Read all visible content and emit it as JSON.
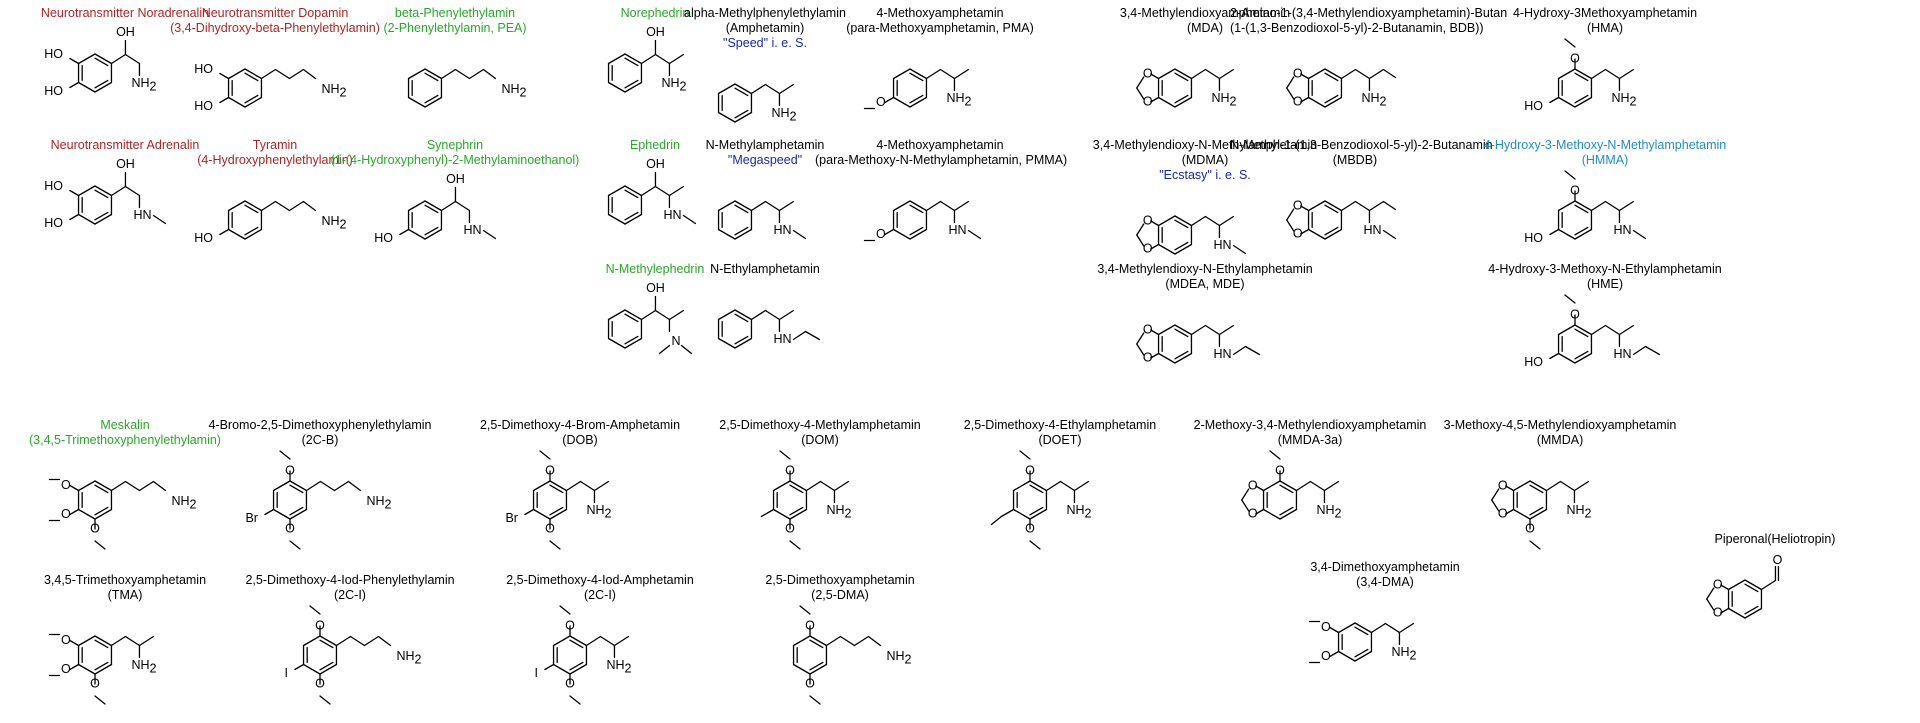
{
  "colors": {
    "red": "#b22222",
    "green": "#28a828",
    "blue": "#1428b4",
    "cyan": "#1e8cc8",
    "black": "#000000"
  },
  "molecules": [
    {
      "id": "noradrenalin",
      "label": [
        "Neurotransmitter Noradrenalin"
      ],
      "label_color": "red",
      "ring": "catechol",
      "chain": "hydroxy-ethylamine",
      "amine": "NH2"
    },
    {
      "id": "dopamin",
      "label": [
        "Neurotransmitter Dopamin",
        "(3,4-Dihydroxy-beta-Phenylethylamin)"
      ],
      "label_color": "red",
      "ring": "catechol",
      "chain": "ethylamine",
      "amine": "NH2"
    },
    {
      "id": "pea",
      "label": [
        "beta-Phenylethylamin",
        "(2-Phenylethylamin, PEA)"
      ],
      "label_color": "green",
      "ring": "plain",
      "chain": "ethylamine",
      "amine": "NH2"
    },
    {
      "id": "norephedrin",
      "label": [
        "Norephedrin"
      ],
      "label_color": "green",
      "ring": "plain",
      "chain": "hydroxy-propylamine",
      "amine": "NH2"
    },
    {
      "id": "amphetamin",
      "label": [
        "alpha-Methylphenylethylamin",
        "(Amphetamin)"
      ],
      "extra": "\"Speed\" i. e. S.",
      "extra_color": "blue",
      "label_color": "black",
      "ring": "plain",
      "chain": "propylamine",
      "amine": "NH2"
    },
    {
      "id": "pma",
      "label": [
        "4-Methoxyamphetamin",
        "(para-Methoxyamphetamin, PMA)"
      ],
      "label_color": "black",
      "ring": "p-methoxy",
      "chain": "propylamine",
      "amine": "NH2"
    },
    {
      "id": "mda",
      "label": [
        "3,4-Methylendioxyamphetamin",
        "(MDA)"
      ],
      "label_color": "black",
      "ring": "methylenedioxy",
      "chain": "propylamine",
      "amine": "NH2"
    },
    {
      "id": "bdb",
      "label": [
        "2-Amino-1-(3,4-Methylendioxyamphetamin)-Butan",
        "(1-(1,3-Benzodioxol-5-yl)-2-Butanamin, BDB))"
      ],
      "label_color": "black",
      "ring": "methylenedioxy",
      "chain": "butylamine",
      "amine": "NH2"
    },
    {
      "id": "hma",
      "label": [
        "4-Hydroxy-3Methoxyamphetamin",
        "(HMA)"
      ],
      "label_color": "black",
      "ring": "hydroxy-methoxy",
      "chain": "propylamine",
      "amine": "NH2"
    },
    {
      "id": "adrenalin",
      "label": [
        "Neurotransmitter Adrenalin"
      ],
      "label_color": "red",
      "ring": "catechol",
      "chain": "hydroxy-ethylamine",
      "amine": "HN-Me"
    },
    {
      "id": "tyramin",
      "label": [
        "Tyramin",
        "(4-Hydroxyphenylethylamin)"
      ],
      "label_color": "red",
      "ring": "p-hydroxy",
      "chain": "ethylamine",
      "amine": "NH2"
    },
    {
      "id": "synephrin",
      "label": [
        "Synephrin",
        "(1-(4-Hydroxyphenyl)-2-Methylaminoethanol)"
      ],
      "label_color": "green",
      "ring": "p-hydroxy",
      "chain": "hydroxy-ethylamine",
      "amine": "HN-Me"
    },
    {
      "id": "ephedrin",
      "label": [
        "Ephedrin"
      ],
      "label_color": "green",
      "ring": "plain",
      "chain": "hydroxy-propylamine",
      "amine": "HN-Me"
    },
    {
      "id": "methamphetamin",
      "label": [
        "N-Methylamphetamin"
      ],
      "extra": "\"Megaspeed\"",
      "extra_color": "blue",
      "label_color": "black",
      "ring": "plain",
      "chain": "propylamine",
      "amine": "HN-Me"
    },
    {
      "id": "pmma",
      "label": [
        "4-Methoxyamphetamin",
        "(para-Methoxy-N-Methylamphetamin, PMMA)"
      ],
      "label_color": "black",
      "ring": "p-methoxy",
      "chain": "propylamine",
      "amine": "HN-Me"
    },
    {
      "id": "mdma",
      "label": [
        "3,4-Methylendioxy-N-Methylamphetamin",
        "(MDMA)"
      ],
      "extra": "\"Ecstasy\" i. e. S.",
      "extra_color": "blue",
      "label_color": "black",
      "ring": "methylenedioxy",
      "chain": "propylamine",
      "amine": "HN-Me"
    },
    {
      "id": "mbdb",
      "label": [
        "N-Methyl-1-(1,3-Benzodioxol-5-yl)-2-Butanamin",
        "(MBDB)"
      ],
      "label_color": "black",
      "ring": "methylenedioxy",
      "chain": "butylamine",
      "amine": "HN-Me"
    },
    {
      "id": "hmma",
      "label": [
        "4-Hydroxy-3-Methoxy-N-Methylamphetamin",
        "(HMMA)"
      ],
      "label_color": "cyan",
      "ring": "hydroxy-methoxy",
      "chain": "propylamine",
      "amine": "HN-Me"
    },
    {
      "id": "n-methylephedrin",
      "label": [
        "N-Methylephedrin"
      ],
      "label_color": "green",
      "ring": "plain",
      "chain": "hydroxy-propylamine",
      "amine": "NMe2"
    },
    {
      "id": "ethylamphetamin",
      "label": [
        "N-Ethylamphetamin"
      ],
      "label_color": "black",
      "ring": "plain",
      "chain": "propylamine",
      "amine": "HN-Et"
    },
    {
      "id": "mdea",
      "label": [
        "3,4-Methylendioxy-N-Ethylamphetamin",
        "(MDEA, MDE)"
      ],
      "label_color": "black",
      "ring": "methylenedioxy",
      "chain": "propylamine",
      "amine": "HN-Et"
    },
    {
      "id": "hme",
      "label": [
        "4-Hydroxy-3-Methoxy-N-Ethylamphetamin",
        "(HME)"
      ],
      "label_color": "black",
      "ring": "hydroxy-methoxy",
      "chain": "propylamine",
      "amine": "HN-Et"
    },
    {
      "id": "meskalin",
      "label": [
        "Meskalin",
        "(3,4,5-Trimethoxyphenylethylamin)"
      ],
      "label_color": "green",
      "ring": "trimethoxy",
      "chain": "ethylamine",
      "amine": "NH2"
    },
    {
      "id": "2c-b",
      "label": [
        "4-Bromo-2,5-Dimethoxyphenylethylamin",
        "(2C-B)"
      ],
      "label_color": "black",
      "ring": "dimethoxy-br",
      "chain": "ethylamine",
      "amine": "NH2"
    },
    {
      "id": "dob",
      "label": [
        "2,5-Dimethoxy-4-Brom-Amphetamin",
        "(DOB)"
      ],
      "label_color": "black",
      "ring": "dimethoxy-br",
      "chain": "propylamine",
      "amine": "NH2"
    },
    {
      "id": "dom",
      "label": [
        "2,5-Dimethoxy-4-Methylamphetamin",
        "(DOM)"
      ],
      "label_color": "black",
      "ring": "dimethoxy-me",
      "chain": "propylamine",
      "amine": "NH2"
    },
    {
      "id": "doet",
      "label": [
        "2,5-Dimethoxy-4-Ethylamphetamin",
        "(DOET)"
      ],
      "label_color": "black",
      "ring": "dimethoxy-et",
      "chain": "propylamine",
      "amine": "NH2"
    },
    {
      "id": "mmda-3a",
      "label": [
        "2-Methoxy-3,4-Methylendioxyamphetamin",
        "(MMDA-3a)"
      ],
      "label_color": "black",
      "ring": "methoxy-md-2",
      "chain": "propylamine",
      "amine": "NH2"
    },
    {
      "id": "mmda",
      "label": [
        "3-Methoxy-4,5-Methylendioxyamphetamin",
        "(MMDA)"
      ],
      "label_color": "black",
      "ring": "methoxy-md-5",
      "chain": "propylamine",
      "amine": "NH2"
    },
    {
      "id": "tma",
      "label": [
        "3,4,5-Trimethoxyamphetamin",
        "(TMA)"
      ],
      "label_color": "black",
      "ring": "trimethoxy",
      "chain": "propylamine",
      "amine": "NH2"
    },
    {
      "id": "2c-i",
      "label": [
        "2,5-Dimethoxy-4-Iod-Phenylethylamin",
        "(2C-I)"
      ],
      "label_color": "black",
      "ring": "dimethoxy-i",
      "chain": "ethylamine",
      "amine": "NH2"
    },
    {
      "id": "doi",
      "label": [
        "2,5-Dimethoxy-4-Iod-Amphetamin",
        "(2C-I)"
      ],
      "label_color": "black",
      "ring": "dimethoxy-i",
      "chain": "propylamine",
      "amine": "NH2"
    },
    {
      "id": "2-5-dma",
      "label": [
        "2,5-Dimethoxyamphetamin",
        "(2,5-DMA)"
      ],
      "label_color": "black",
      "ring": "dimethoxy",
      "chain": "ethylamine",
      "amine": "NH2"
    },
    {
      "id": "3-4-dma",
      "label": [
        "3,4-Dimethoxyamphetamin",
        "(3,4-DMA)"
      ],
      "label_color": "black",
      "ring": "dimethoxy-34",
      "chain": "propylamine",
      "amine": "NH2"
    },
    {
      "id": "piperonal",
      "label": [
        "Piperonal(Heliotropin)"
      ],
      "label_color": "black",
      "ring": "methylenedioxy",
      "chain": "aldehyde",
      "amine": "none"
    }
  ]
}
